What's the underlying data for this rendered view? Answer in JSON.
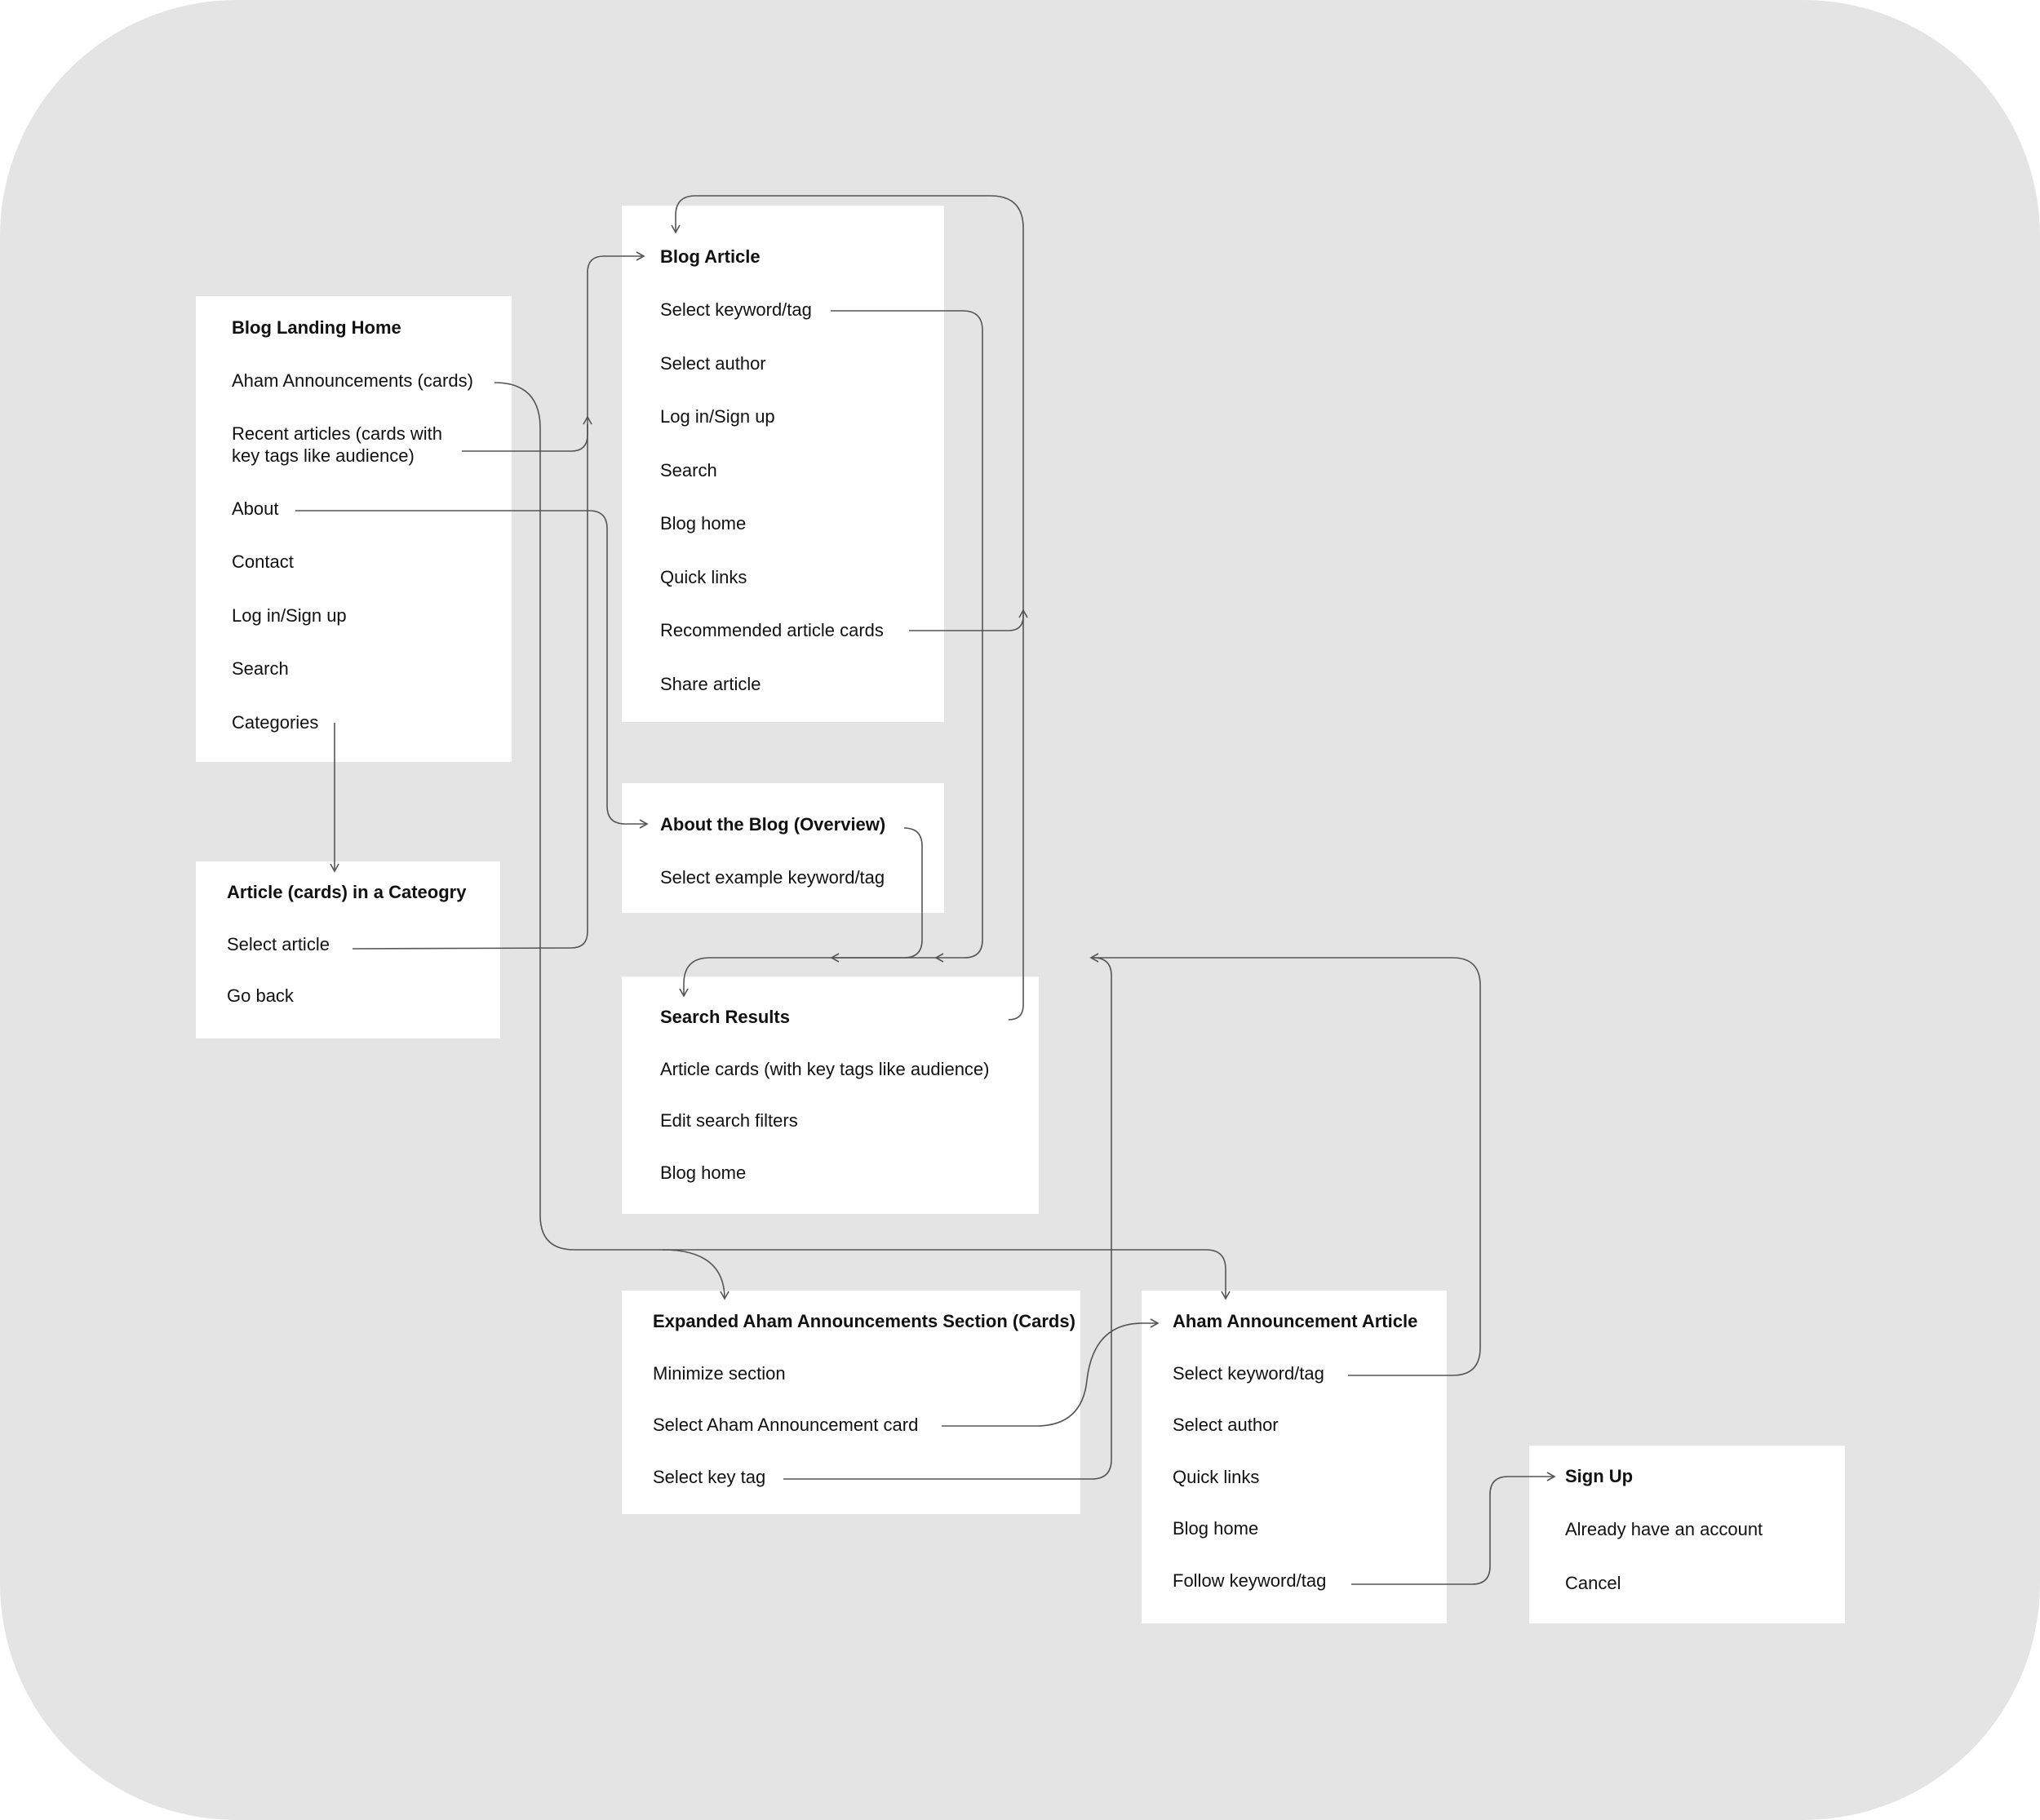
{
  "screens": {
    "landing": {
      "title": "Blog Landing Home",
      "items": [
        "Aham Announcements (cards)",
        "Recent articles (cards with key tags like audience)",
        "About",
        "Contact",
        "Log in/Sign up",
        "Search",
        "Categories"
      ]
    },
    "category": {
      "title": "Article (cards) in a Cateogry",
      "items": [
        "Select article",
        "Go back"
      ]
    },
    "article": {
      "title": "Blog Article",
      "items": [
        "Select keyword/tag",
        "Select author",
        "Log in/Sign up",
        "Search",
        "Blog home",
        "Quick links",
        "Recommended article cards",
        "Share article"
      ]
    },
    "about": {
      "title": "About the Blog (Overview)",
      "items": [
        "Select example keyword/tag"
      ]
    },
    "search": {
      "title": "Search Results",
      "items": [
        "Article cards (with key tags like audience)",
        "Edit search filters",
        "Blog home"
      ]
    },
    "expanded": {
      "title": "Expanded Aham Announcements Section (Cards)",
      "items": [
        "Minimize section",
        "Select Aham Announcement card",
        "Select key tag"
      ]
    },
    "announcement": {
      "title": "Aham Announcement Article",
      "items": [
        "Select keyword/tag",
        "Select author",
        "Quick links",
        "Blog home",
        "Follow keyword/tag"
      ]
    },
    "signup": {
      "title": "Sign Up",
      "items": [
        "Already have an account",
        "Cancel"
      ]
    }
  }
}
